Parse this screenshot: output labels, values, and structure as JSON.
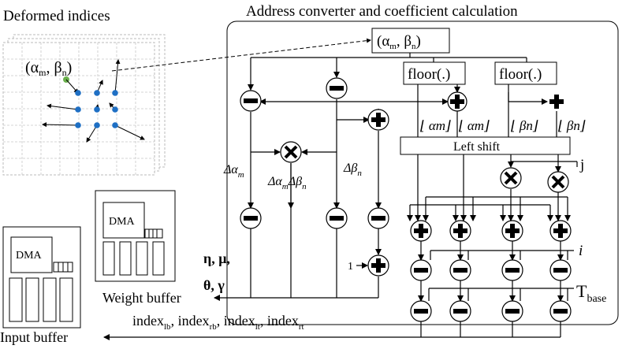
{
  "left_panel": {
    "title": "Deformed indices",
    "coord_label": "(α",
    "coord_sub_m": "m",
    "coord_mid": ", β",
    "coord_sub_n": "n",
    "coord_close": ")",
    "dot_color": "#1e6fc4",
    "highlight_color": "#6ab04c"
  },
  "main_block": {
    "title": "Address converter and coefficient calculation",
    "input_box": {
      "prefix": "(α",
      "sub_m": "m",
      "mid": ", β",
      "sub_n": "n",
      "close": ")"
    },
    "floor_left": "floor(.)",
    "floor_right": "floor(.)",
    "left_shift": "Left shift",
    "labels": {
      "floor_alpha_a": "⌊ αm⌋",
      "floor_alpha_b": "⌊ αm⌋",
      "floor_beta_a": "⌊ βn⌋",
      "floor_beta_b": "⌊ βn⌋",
      "delta_alpha": "Δα",
      "delta_alpha_sub": "m",
      "delta_prod": "Δα",
      "delta_prod_sub_m": "m",
      "delta_prod_beta": "Δβ",
      "delta_prod_sub_n": "n",
      "delta_beta": "Δβ",
      "delta_beta_sub": "n",
      "j": "j",
      "i": "i",
      "one": "1",
      "t_base": "T",
      "t_base_sub": "base"
    }
  },
  "outputs": {
    "eta_mu": "η, μ,",
    "theta_gamma": "θ, γ",
    "weight_buffer": "Weight buffer",
    "input_buffer": "Input buffer",
    "index_line": [
      "index",
      "lb",
      ", index",
      "rb",
      ", index",
      "lt",
      ", index",
      "rt"
    ]
  },
  "memory_blocks": {
    "dma_label_1": "DMA",
    "dma_label_2": "DMA"
  }
}
